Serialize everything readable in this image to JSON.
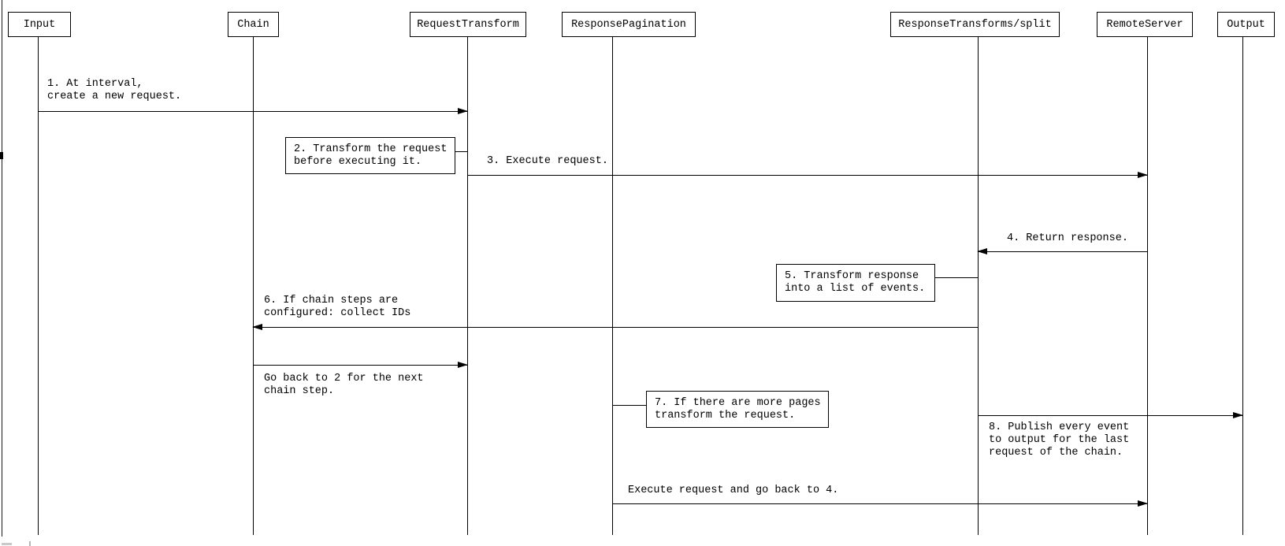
{
  "diagram": {
    "type": "sequence",
    "participants": [
      {
        "label": "Input"
      },
      {
        "label": "Chain"
      },
      {
        "label": "RequestTransform"
      },
      {
        "label": "ResponsePagination"
      },
      {
        "label": "ResponseTransforms/split"
      },
      {
        "label": "RemoteServer"
      },
      {
        "label": "Output"
      }
    ],
    "messages": [
      {
        "from": "Input",
        "to": "RequestTransform",
        "text": "1. At interval,\ncreate a new request."
      },
      {
        "from": "RequestTransform",
        "to": "RemoteServer",
        "text": "3. Execute request."
      },
      {
        "from": "RemoteServer",
        "to": "ResponseTransforms/split",
        "text": "4. Return response."
      },
      {
        "from": "ResponseTransforms/split",
        "to": "Chain",
        "text": "6. If chain steps are\nconfigured: collect IDs"
      },
      {
        "from": "Chain",
        "to": "RequestTransform",
        "text": "Go back to 2 for the next\nchain step."
      },
      {
        "from": "ResponseTransforms/split",
        "to": "Output",
        "text": "8. Publish every event\nto output for the last\nrequest of the chain."
      },
      {
        "from": "ResponsePagination",
        "to": "RemoteServer",
        "text": "Execute request and go back to 4."
      }
    ],
    "notes": [
      {
        "attached_to": "RequestTransform",
        "text": "2. Transform the request\nbefore executing it."
      },
      {
        "attached_to": "ResponseTransforms/split",
        "text": "5. Transform response\ninto a list of events."
      },
      {
        "attached_to": "ResponsePagination",
        "text": "7. If there are more pages\ntransform the request."
      }
    ],
    "colors": {
      "line": "#000000",
      "text": "#000000",
      "background": "#ffffff"
    }
  }
}
